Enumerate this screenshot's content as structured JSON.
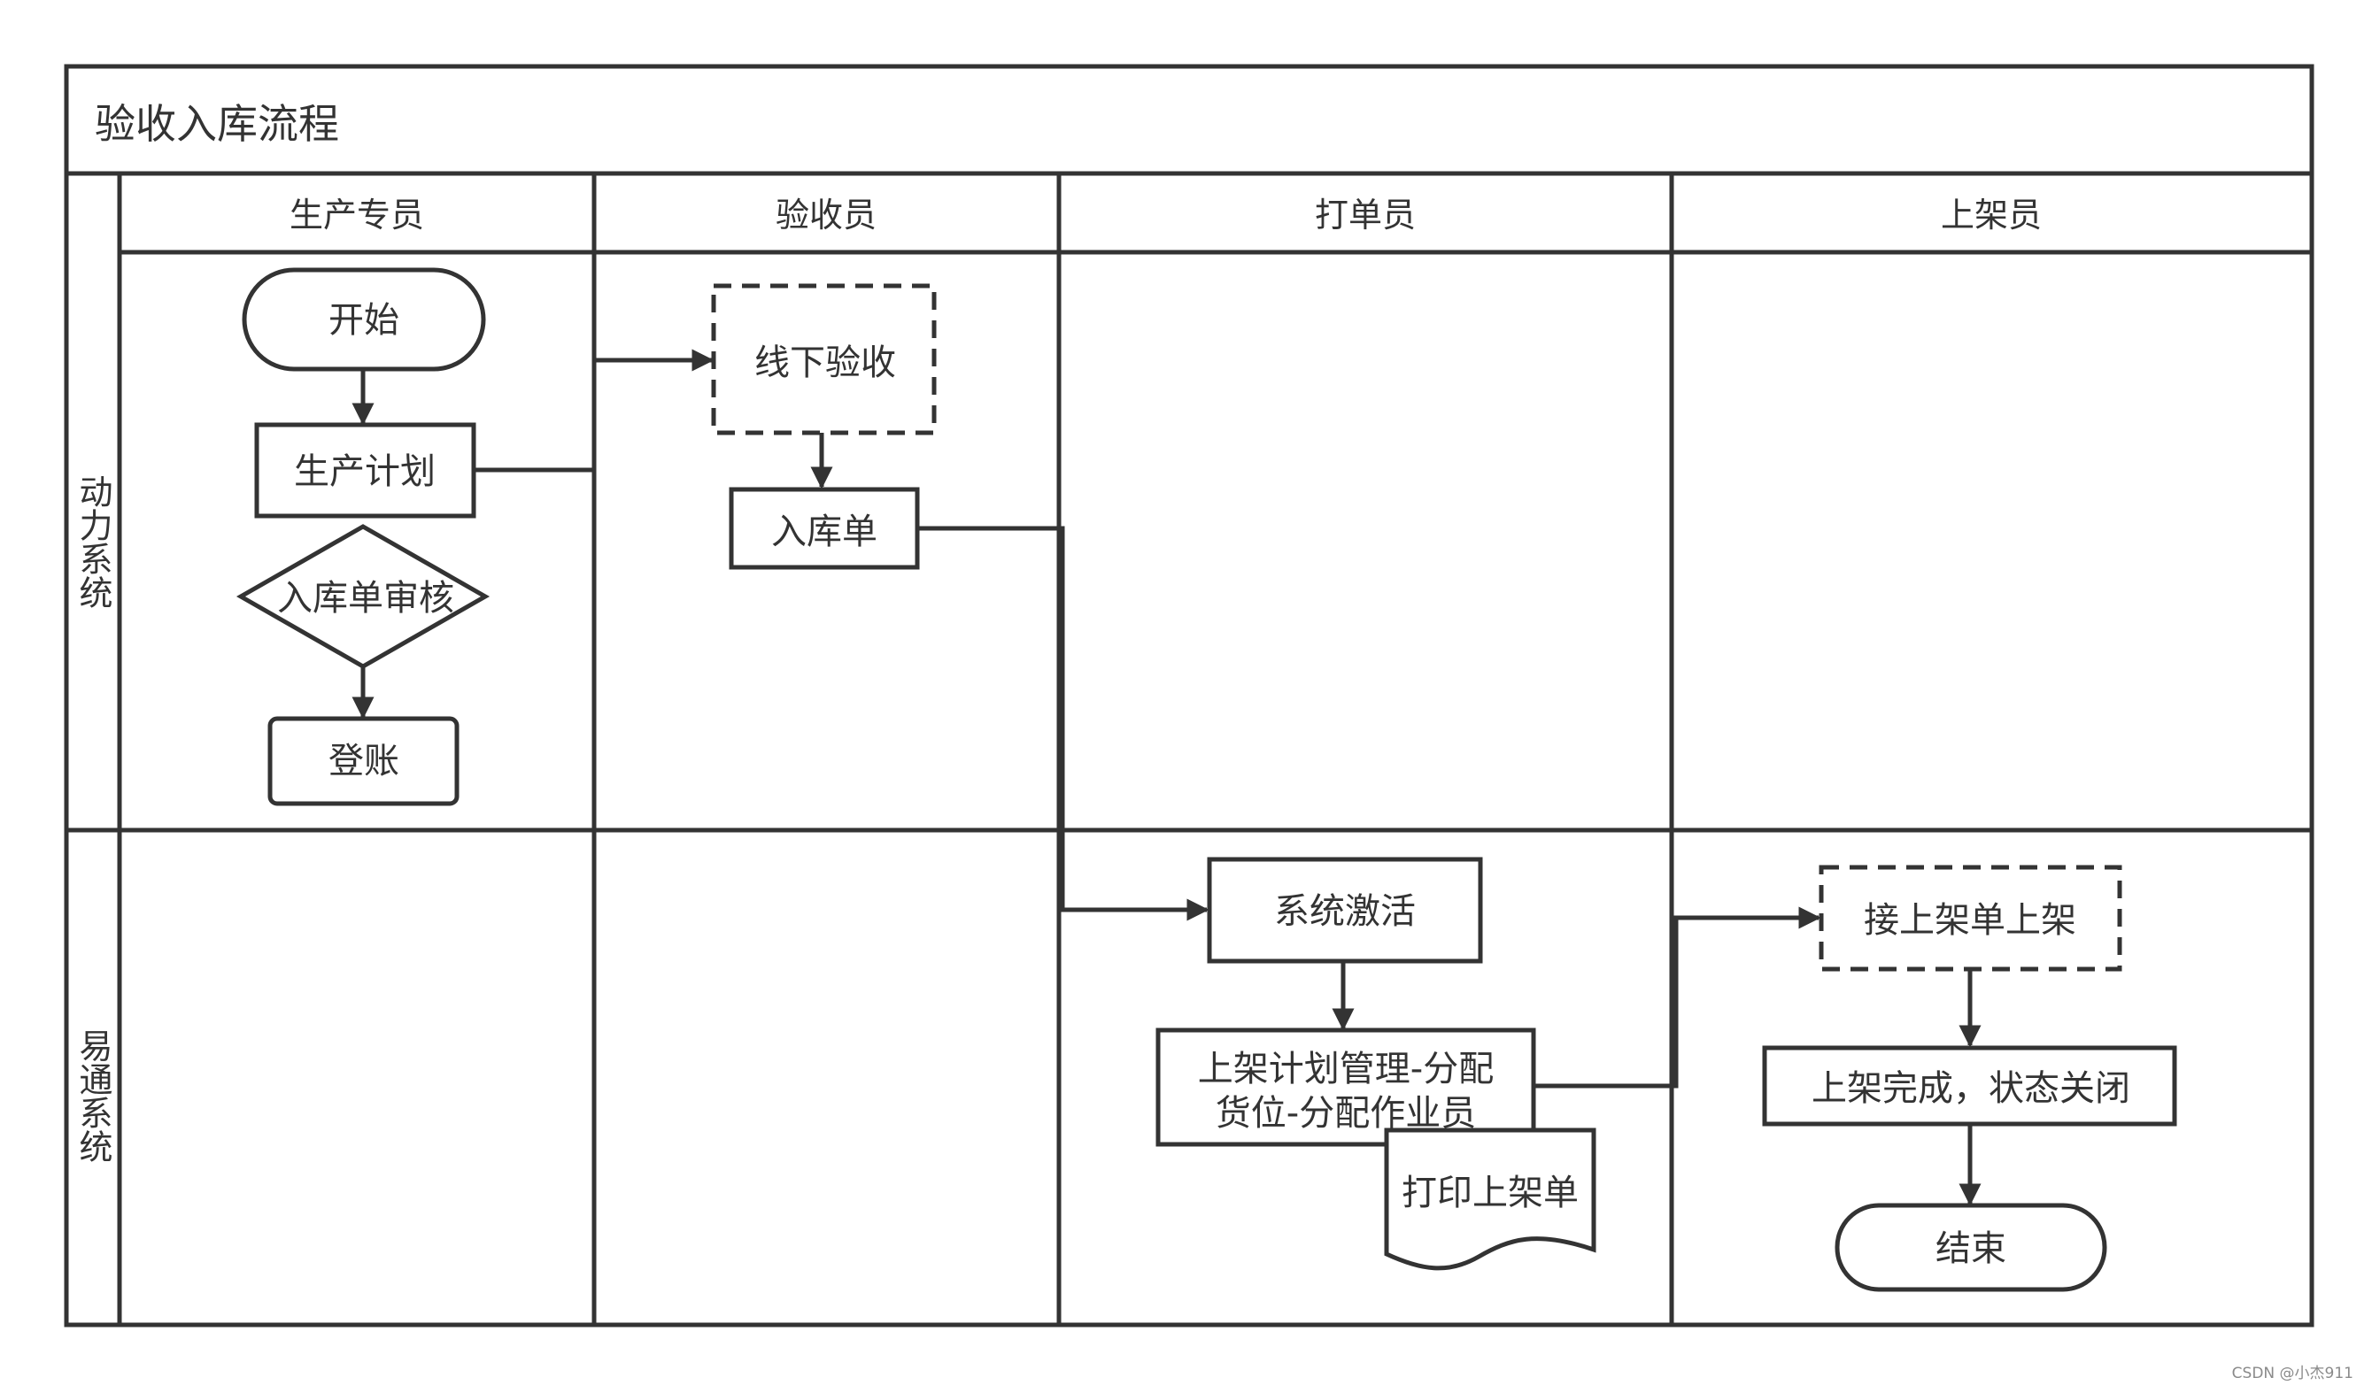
{
  "title": "验收入库流程",
  "columns": [
    "生产专员",
    "验收员",
    "打单员",
    "上架员"
  ],
  "rows": [
    "动力系统",
    "易通系统"
  ],
  "nodes": {
    "start": "开始",
    "production_plan": "生产计划",
    "review": "入库单审核",
    "posting": "登账",
    "offline_inspection": "线下验收",
    "receipt": "入库单",
    "activation": "系统激活",
    "shelf_plan_line1": "上架计划管理-分配",
    "shelf_plan_line2": "货位-分配作业员",
    "print_sheet": "打印上架单",
    "receive_sheet": "接上架单上架",
    "shelf_done": "上架完成，状态关闭",
    "end": "结束"
  },
  "watermark": "CSDN @小杰911"
}
